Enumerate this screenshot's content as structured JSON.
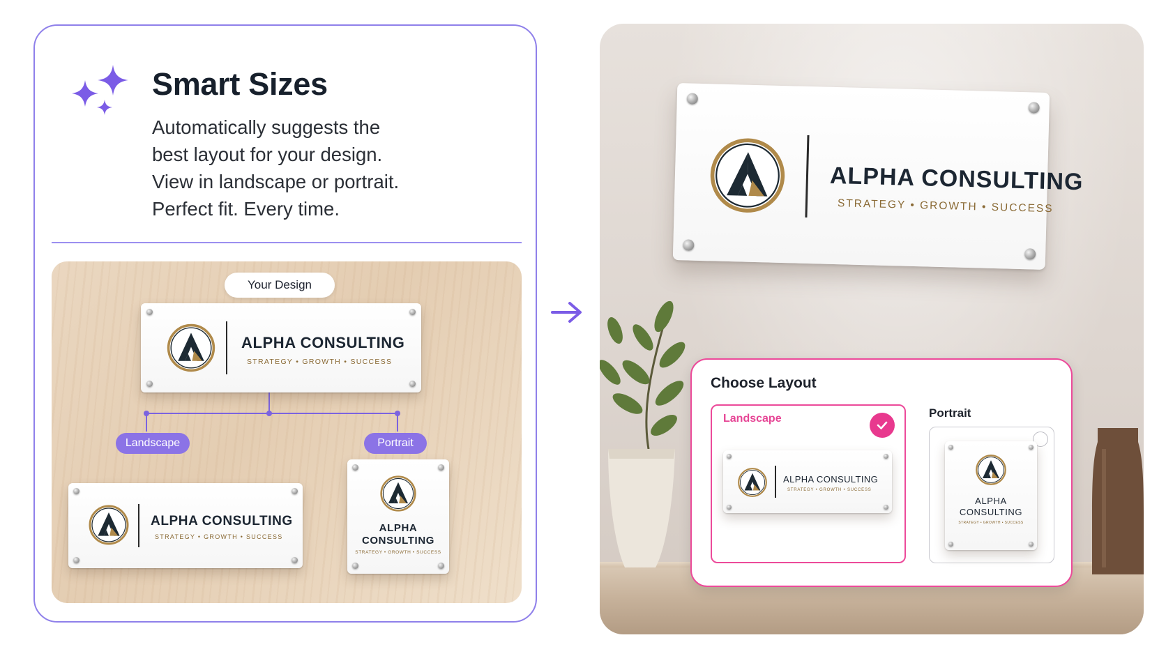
{
  "feature": {
    "title": "Smart Sizes",
    "description": [
      "Automatically suggests the",
      "best layout for your design.",
      "View in landscape or portrait.",
      "Perfect fit. Every time."
    ]
  },
  "diagram": {
    "your_design_label": "Your Design",
    "landscape_label": "Landscape",
    "portrait_label": "Portrait"
  },
  "sign": {
    "brand": "ALPHA CONSULTING",
    "brand_line1": "ALPHA",
    "brand_line2": "CONSULTING",
    "tagline": "STRATEGY • GROWTH • SUCCESS"
  },
  "choose_layout": {
    "title": "Choose Layout",
    "options": [
      {
        "label": "Landscape",
        "selected": true
      },
      {
        "label": "Portrait",
        "selected": false
      }
    ]
  },
  "colors": {
    "accent_purple": "#8b73e6",
    "accent_pink": "#e8398e",
    "brand_gold": "#8a6a35",
    "brand_dark": "#1c2632"
  },
  "icons": [
    "sparkle-icon",
    "arrow-right-icon",
    "check-icon",
    "alpha-logo-icon"
  ]
}
